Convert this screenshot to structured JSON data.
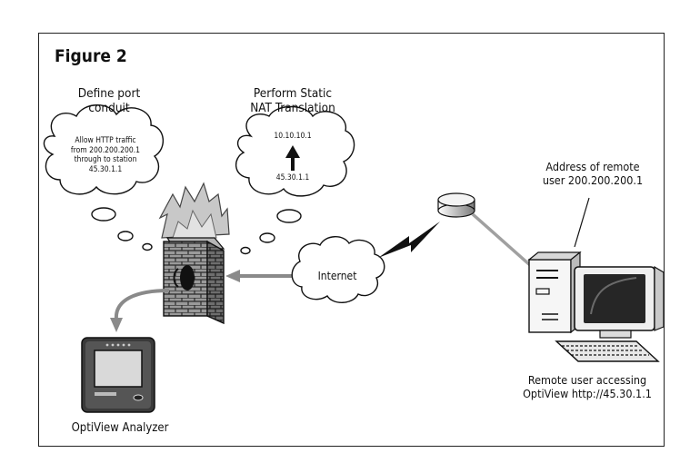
{
  "figure": {
    "title": "Figure 2",
    "port_conduit": {
      "heading_line1": "Define port",
      "heading_line2": "conduit",
      "bubble_lines": [
        "Allow HTTP traffic",
        "from 200.200.200.1",
        "through to station",
        "45.30.1.1"
      ]
    },
    "static_nat": {
      "heading_line1": "Perform Static",
      "heading_line2": "NAT Translation",
      "inside_address": "10.10.10.1",
      "outside_address": "45.30.1.1"
    },
    "internet_label": "Internet",
    "remote_address": {
      "line1": "Address of remote",
      "line2": "user 200.200.200.1"
    },
    "remote_user": {
      "line1": "Remote user accessing",
      "line2": "OptiView http://45.30.1.1"
    },
    "analyzer_label": "OptiView Analyzer"
  },
  "colors": {
    "ink": "#111111",
    "gray_link": "#9a9a9a",
    "brick": "#8a8a8a",
    "flame": "#c8c8c8",
    "screen": "#d9d9d9"
  }
}
